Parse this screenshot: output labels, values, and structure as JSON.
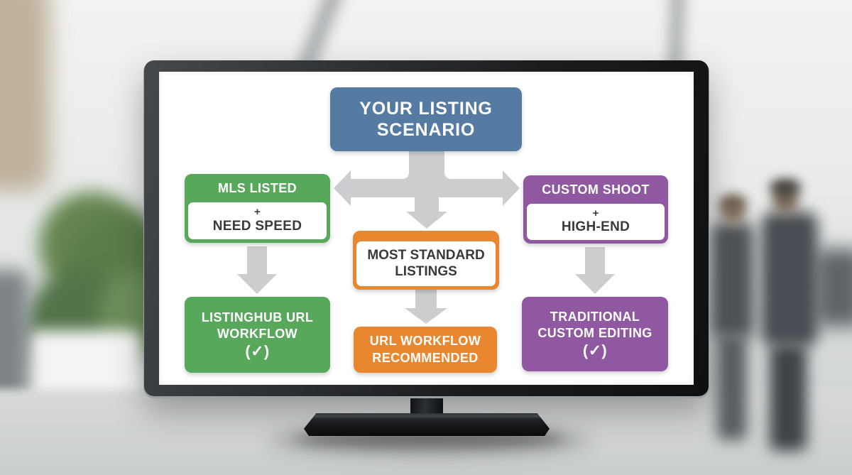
{
  "scene": {
    "description": "flowchart infographic displayed on a flat-screen TV in a blurred office"
  },
  "flow": {
    "root": {
      "lines": [
        "YOUR LISTING",
        "SCENARIO"
      ],
      "color": "#567ba3"
    },
    "branches": {
      "left": {
        "header": "MLS LISTED",
        "plus": "+",
        "condition": "NEED SPEED",
        "color": "#58a85c"
      },
      "center": {
        "condition_lines": [
          "MOST STANDARD",
          "LISTINGS"
        ],
        "color": "#e8872f"
      },
      "right": {
        "header": "CUSTOM SHOOT",
        "plus": "+",
        "condition": "HIGH-END",
        "color": "#8f58a0"
      }
    },
    "results": {
      "left": {
        "lines": [
          "LISTINGHUB URL",
          "WORKFLOW"
        ],
        "mark": "(✓)",
        "color": "#58a85c"
      },
      "center": {
        "lines": [
          "URL WORKFLOW",
          "RECOMMENDED"
        ],
        "color": "#e8872f"
      },
      "right": {
        "lines": [
          "TRADITIONAL",
          "CUSTOM EDITING"
        ],
        "mark": "(✓)",
        "color": "#8f58a0"
      }
    },
    "arrow_color": "#cbcdcf",
    "screen_background": "#ffffff",
    "body_text_color": "#3a3a3a"
  }
}
